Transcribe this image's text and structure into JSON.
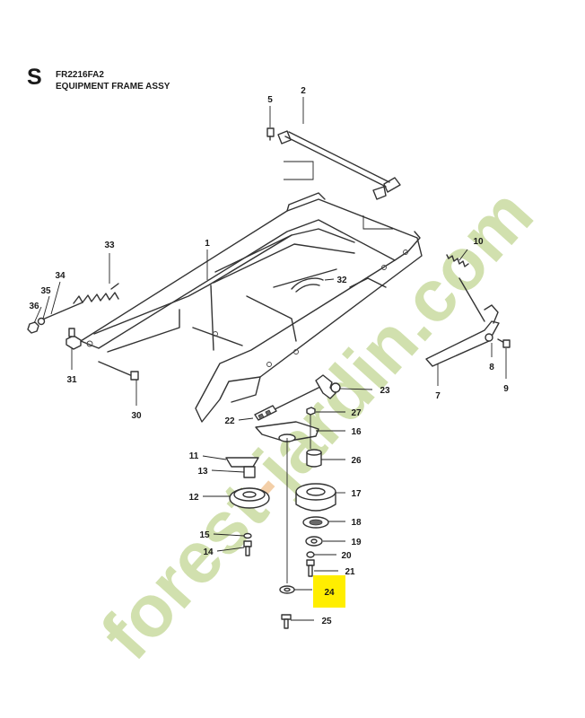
{
  "header": {
    "section_letter": "S",
    "model": "FR2216FA2",
    "title": "EQUIPMENT FRAME ASSY"
  },
  "watermark": {
    "text_a": "forest",
    "text_b": "-",
    "text_c": "jardin.com",
    "color_green": "#c9dba0",
    "color_orange": "#f2c79a"
  },
  "callouts": [
    "1",
    "2",
    "5",
    "7",
    "8",
    "9",
    "10",
    "11",
    "12",
    "13",
    "14",
    "15",
    "16",
    "17",
    "18",
    "19",
    "20",
    "21",
    "22",
    "23",
    "24",
    "25",
    "26",
    "27",
    "30",
    "31",
    "32",
    "33",
    "34",
    "35",
    "36"
  ],
  "highlight": {
    "label": "24",
    "color": "#ffee00"
  }
}
